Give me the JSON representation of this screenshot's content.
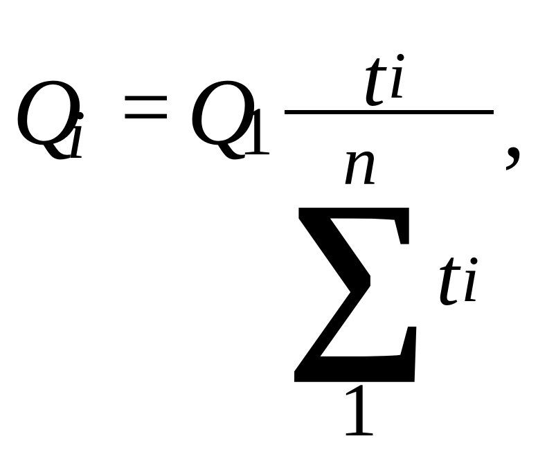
{
  "formula": {
    "lhs": {
      "symbol": "Q",
      "subscript": "i"
    },
    "equals": "=",
    "rhs_factor": {
      "symbol": "Q",
      "subscript": "1"
    },
    "fraction": {
      "numerator": {
        "symbol": "t",
        "subscript": "i"
      },
      "denominator": {
        "operator": "∑",
        "upper_limit": "n",
        "lower_limit": "1",
        "term": {
          "symbol": "t",
          "subscript": "i"
        }
      }
    },
    "trailing_punctuation": ","
  }
}
